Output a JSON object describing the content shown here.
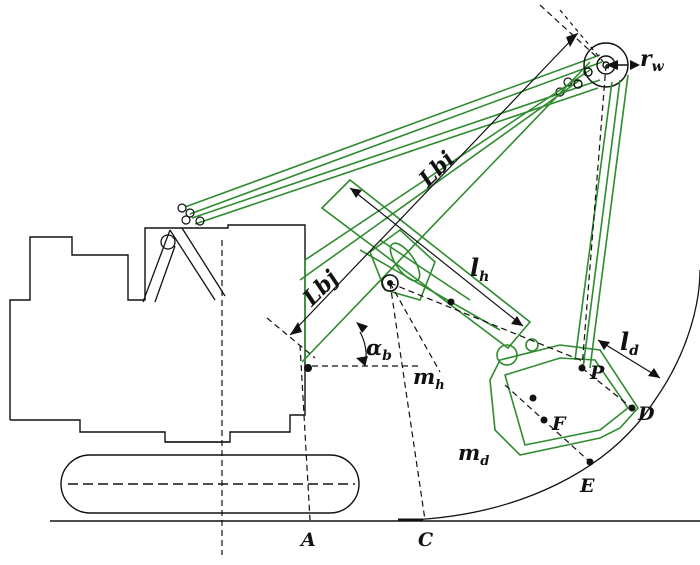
{
  "labels": {
    "rw": {
      "main": "r",
      "sub": "w"
    },
    "Lbi": {
      "main": "Lb",
      "sub": "i"
    },
    "Lbj": {
      "main": "Lb",
      "sub": "j"
    },
    "lh": {
      "main": "l",
      "sub": "h"
    },
    "ld": {
      "main": "l",
      "sub": "d"
    },
    "alpha": {
      "main": "α",
      "sub": "b"
    },
    "mh": {
      "main": "m",
      "sub": "h"
    },
    "md": {
      "main": "m",
      "sub": "d"
    }
  },
  "points": {
    "P": "P",
    "D": "D",
    "F": "F",
    "E": "E",
    "A": "A",
    "C": "C"
  },
  "colors": {
    "structure": "#2e8b2e",
    "outline": "#111111"
  }
}
